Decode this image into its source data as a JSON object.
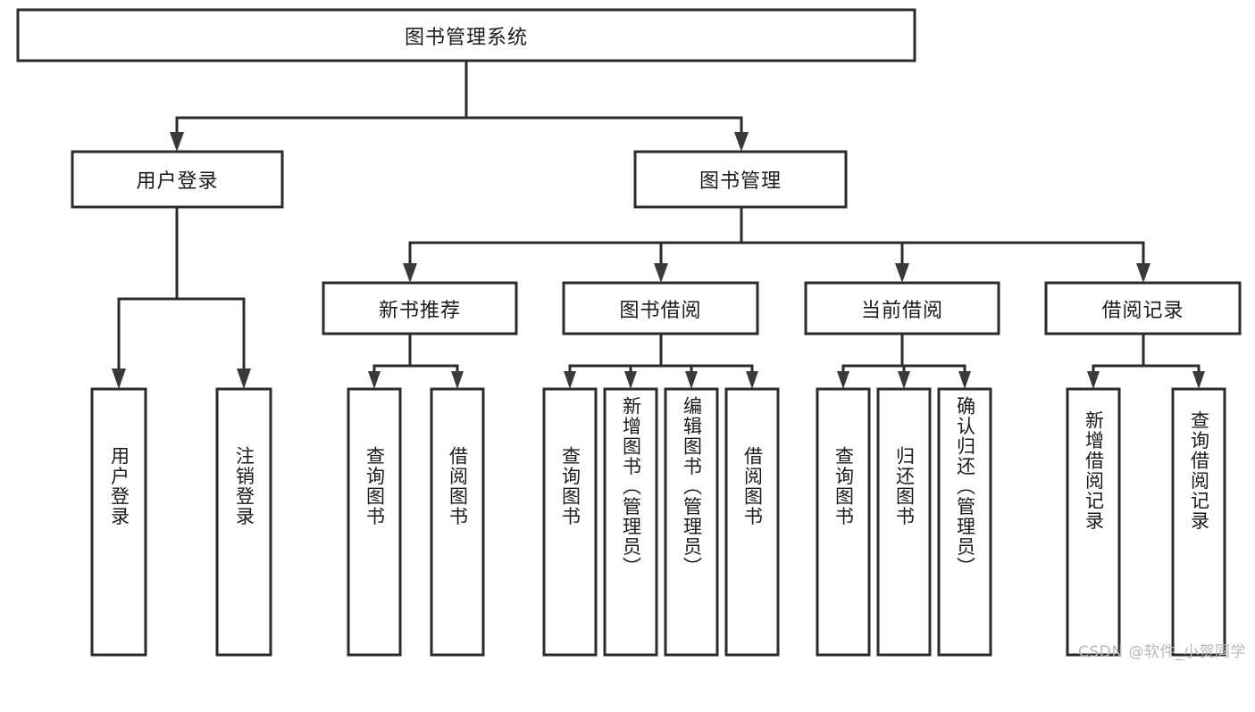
{
  "diagram": {
    "title": "图书管理系统",
    "type": "tree-hierarchy-flowchart",
    "orientation": "top-down",
    "colors": {
      "box_stroke": "#2b2b2b",
      "box_fill": "#ffffff",
      "connector": "#2b2b2b",
      "text": "#1a1a1a",
      "background": "#ffffff",
      "watermark": "#b9b9b9"
    },
    "root": {
      "label": "图书管理系统"
    },
    "level2": [
      {
        "label": "用户登录"
      },
      {
        "label": "图书管理"
      }
    ],
    "level3": [
      {
        "label": "新书推荐"
      },
      {
        "label": "图书借阅"
      },
      {
        "label": "当前借阅"
      },
      {
        "label": "借阅记录"
      }
    ],
    "leaves": {
      "user_login": [
        {
          "label": "用户登录"
        },
        {
          "label": "注销登录"
        }
      ],
      "new_book_recommend": [
        {
          "label": "查询图书"
        },
        {
          "label": "借阅图书"
        }
      ],
      "book_borrow": [
        {
          "label": "查询图书"
        },
        {
          "label": "新增图书（管理员）"
        },
        {
          "label": "编辑图书（管理员）"
        },
        {
          "label": "借阅图书"
        }
      ],
      "current_borrow": [
        {
          "label": "查询图书"
        },
        {
          "label": "归还图书"
        },
        {
          "label": "确认归还（管理员）"
        }
      ],
      "borrow_record": [
        {
          "label": "新增借阅记录"
        },
        {
          "label": "查询借阅记录"
        }
      ]
    },
    "watermark": "CSDN @软件_小贺同学"
  }
}
